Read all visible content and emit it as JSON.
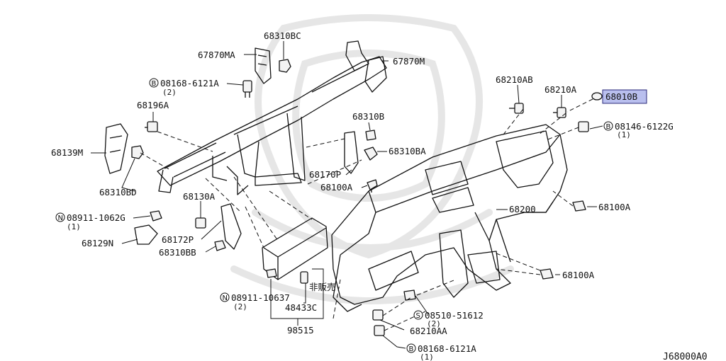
{
  "diagram": {
    "id": "J68000A0",
    "highlight_color": "#b9bfee"
  },
  "labels": {
    "p68310BC": "68310BC",
    "p67870MA": "67870MA",
    "p67870M": "67870M",
    "p08168_6121A_top": "08168-6121A",
    "p08168_6121A_top_qty": "(2)",
    "p68196A": "68196A",
    "p68139M": "68139M",
    "p68310BD": "68310BD",
    "p68310B": "68310B",
    "p68310BA": "68310BA",
    "p68170P": "68170P",
    "p68100A_mid": "68100A",
    "p68210AB": "68210AB",
    "p68210A": "68210A",
    "p68010B": "68010B",
    "p08146_6122G": "08146-6122G",
    "p08146_6122G_qty": "(1)",
    "p68130A": "68130A",
    "p08911_1062G": "08911-1062G",
    "p08911_1062G_qty": "(1)",
    "p68129N": "68129N",
    "p68172P": "68172P",
    "p68310BB": "68310BB",
    "p68200": "68200",
    "p68100A_right": "68100A",
    "p68100A_lower": "68100A",
    "not_for_sale": "非販売",
    "p08911_10637": "08911-10637",
    "p08911_10637_qty": "(2)",
    "p48433C": "48433C",
    "p98515": "98515",
    "p08510_51612": "08510-51612",
    "p08510_51612_qty": "(2)",
    "p68210AA": "68210AA",
    "p08168_6121A_bot": "08168-6121A",
    "p08168_6121A_bot_qty": "(1)"
  },
  "prefix_symbols": {
    "B": "B",
    "N": "N",
    "S": "S"
  }
}
